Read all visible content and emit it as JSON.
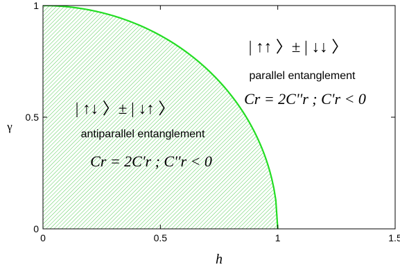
{
  "chart_data": {
    "type": "area",
    "xlabel": "h",
    "ylabel": "γ",
    "xlim": [
      0,
      1.5
    ],
    "ylim": [
      0,
      1
    ],
    "x_ticks": [
      "0",
      "0.5",
      "1",
      "1.5"
    ],
    "y_ticks": [
      "0",
      "0.5",
      "1"
    ],
    "grid": false,
    "series": [
      {
        "x": [
          0,
          0.1,
          0.2,
          0.3,
          0.4,
          0.5,
          0.6,
          0.7,
          0.8,
          0.9,
          0.95,
          1.0
        ],
        "y": [
          1,
          0.995,
          0.98,
          0.954,
          0.917,
          0.866,
          0.8,
          0.714,
          0.6,
          0.436,
          0.312,
          0
        ]
      }
    ],
    "regions": {
      "inside": {
        "state": "| ↑↓ 〉± | ↓↑ 〉",
        "label": "antiparallel entanglement",
        "condition": "Cr = 2C'r ; C''r < 0"
      },
      "outside": {
        "state": "| ↑↑ 〉± | ↓↓ 〉",
        "label": "parallel entanglement",
        "condition": "Cr = 2C''r ; C'r < 0"
      }
    }
  },
  "colors": {
    "curve": "#22dd22",
    "hatch": "#55cc55",
    "axis": "#000000"
  }
}
